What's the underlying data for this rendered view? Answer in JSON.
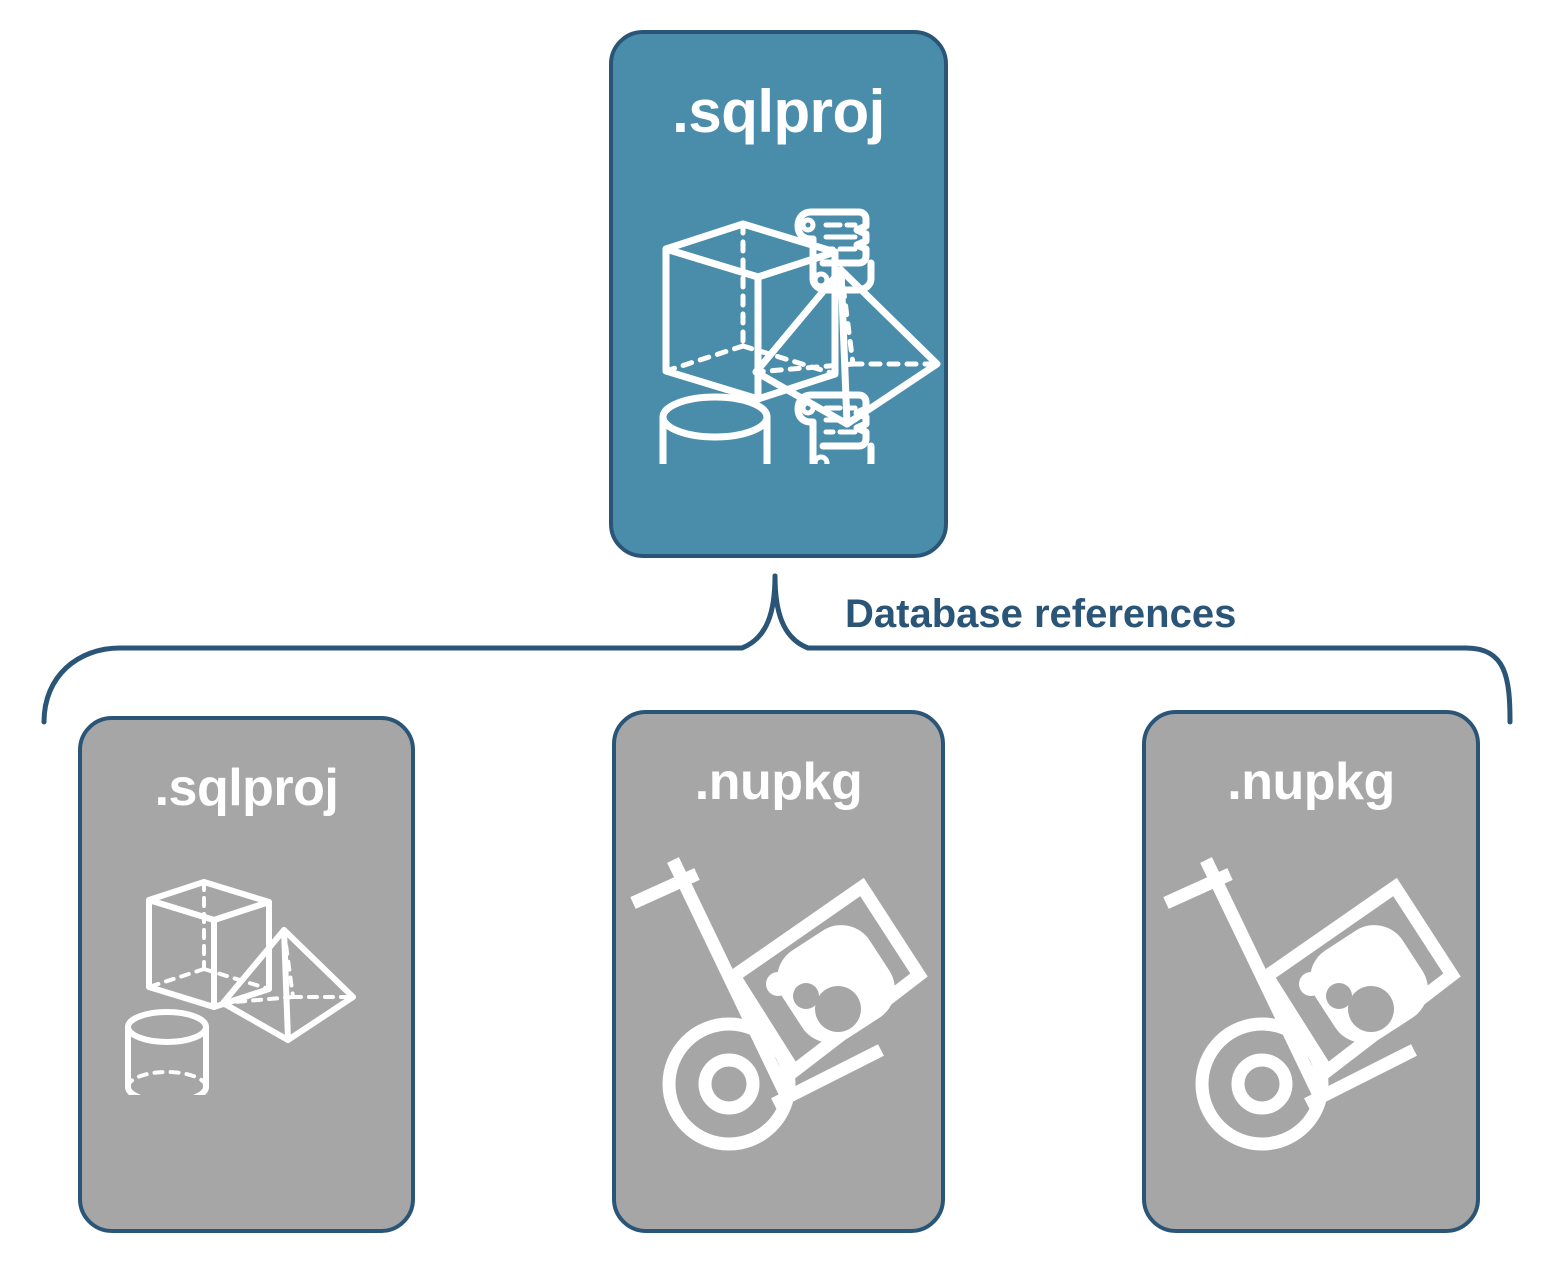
{
  "diagram": {
    "type": "database-project-reference-hierarchy",
    "background_color": "#ffffff",
    "connector": {
      "kind": "curly-brace",
      "label": "Database references",
      "label_color": "#2b5577",
      "stroke_color": "#2b5577"
    },
    "palette": {
      "primary_fill": "#4a8dab",
      "secondary_fill": "#a6a6a6",
      "border": "#2b5577",
      "icon": "#ffffff",
      "text": "#ffffff"
    },
    "root": {
      "label": ".sqlproj",
      "role": "root-project",
      "fill": "#4a8dab",
      "icons": [
        "cube-icon",
        "scroll-icon",
        "pyramid-icon",
        "cylinder-icon",
        "scroll-icon"
      ]
    },
    "children": [
      {
        "label": ".sqlproj",
        "role": "referenced-project",
        "fill": "#a6a6a6",
        "icons": [
          "cube-icon",
          "pyramid-icon",
          "cylinder-icon"
        ]
      },
      {
        "label": ".nupkg",
        "role": "referenced-package",
        "fill": "#a6a6a6",
        "icons": [
          "nuget-package-cart-icon"
        ]
      },
      {
        "label": ".nupkg",
        "role": "referenced-package",
        "fill": "#a6a6a6",
        "icons": [
          "nuget-package-cart-icon"
        ]
      }
    ]
  }
}
